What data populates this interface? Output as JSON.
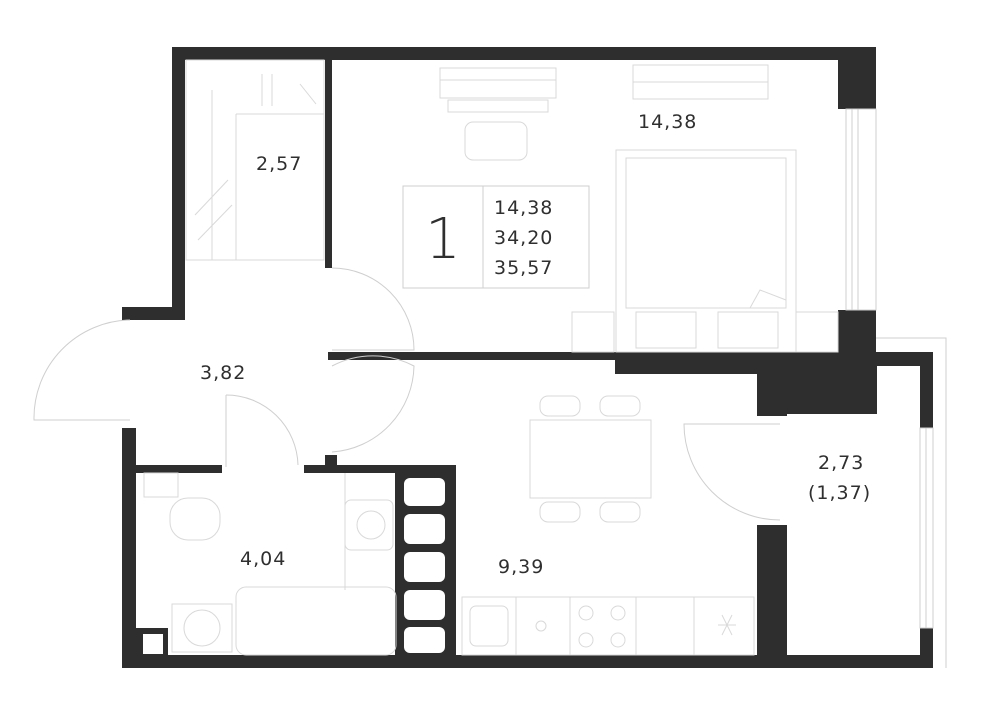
{
  "apartment": {
    "rooms_count": "1",
    "living_area": "14,38",
    "total_area": "34,20",
    "total_area_with_balcony": "35,57"
  },
  "rooms": {
    "bedroom": "14,38",
    "storage": "2,57",
    "hall": "3,82",
    "bathroom": "4,04",
    "kitchen": "9,39",
    "balcony": "2,73",
    "balcony_reduced": "(1,37)"
  },
  "colors": {
    "wall": "#2e2e2e",
    "furniture_line": "#d9d9d9",
    "text": "#2f2f2f"
  }
}
